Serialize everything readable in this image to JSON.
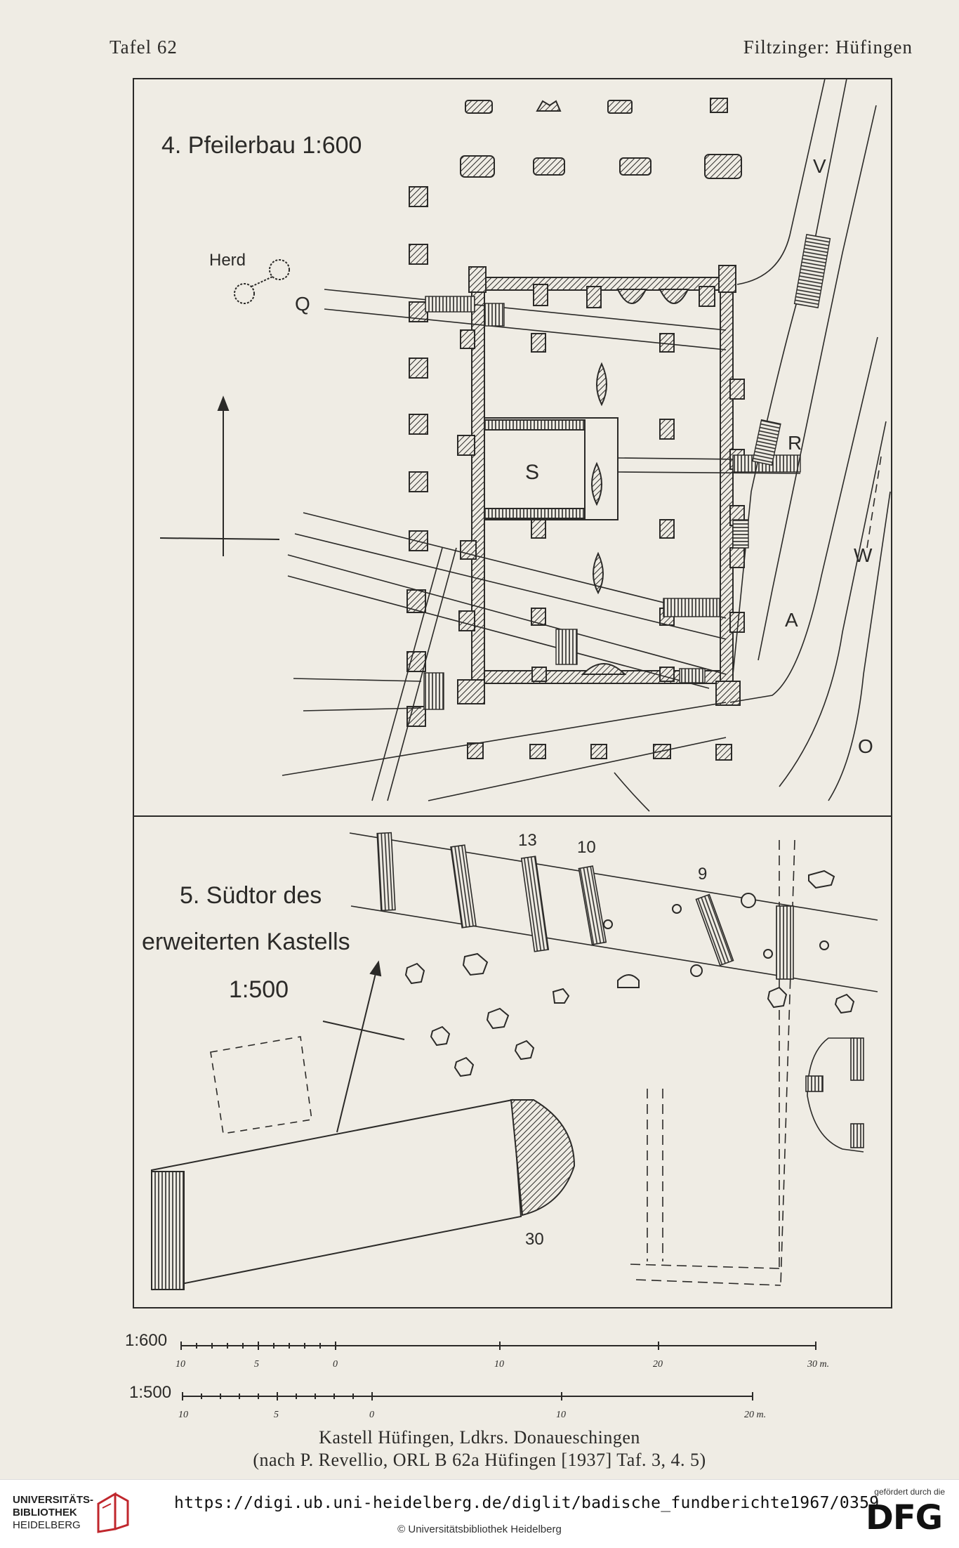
{
  "header": {
    "left": "Tafel 62",
    "right": "Filtzinger: Hüfingen"
  },
  "figure_top": {
    "title": "4. Pfeilerbau 1:600",
    "labels": {
      "herd": "Herd",
      "q": "Q",
      "s": "S",
      "r": "R",
      "v": "V",
      "w": "W",
      "a": "A",
      "o": "O"
    }
  },
  "figure_bottom": {
    "title_line1": "5. Südtor des",
    "title_line2": "erweiterten Kastells",
    "title_line3": "1:500",
    "numbers": {
      "n13": "13",
      "n10": "10",
      "n9": "9",
      "n30": "30"
    }
  },
  "scales": {
    "s600": {
      "label": "1:600",
      "ticks": [
        "10",
        "5",
        "0",
        "10",
        "20",
        "30 m."
      ]
    },
    "s500": {
      "label": "1:500",
      "ticks": [
        "10",
        "5",
        "0",
        "10",
        "20 m."
      ]
    }
  },
  "caption": {
    "line1": "Kastell Hüfingen, Ldkrs. Donaueschingen",
    "line2": "(nach P. Revellio, ORL B 62a Hüfingen [1937] Taf. 3, 4. 5)"
  },
  "footer": {
    "library_line1": "UNIVERSITÄTS-",
    "library_line2": "BIBLIOTHEK",
    "library_line3": "HEIDELBERG",
    "url": "https://digi.ub.uni-heidelberg.de/diglit/badische_fundberichte1967/0359",
    "copyright": "© Universitätsbibliothek Heidelberg",
    "funded_by": "gefördert durch die",
    "dfg": "DFG"
  },
  "colors": {
    "paper": "#efece4",
    "ink": "#2b2a28",
    "brand_red": "#c0272d"
  }
}
